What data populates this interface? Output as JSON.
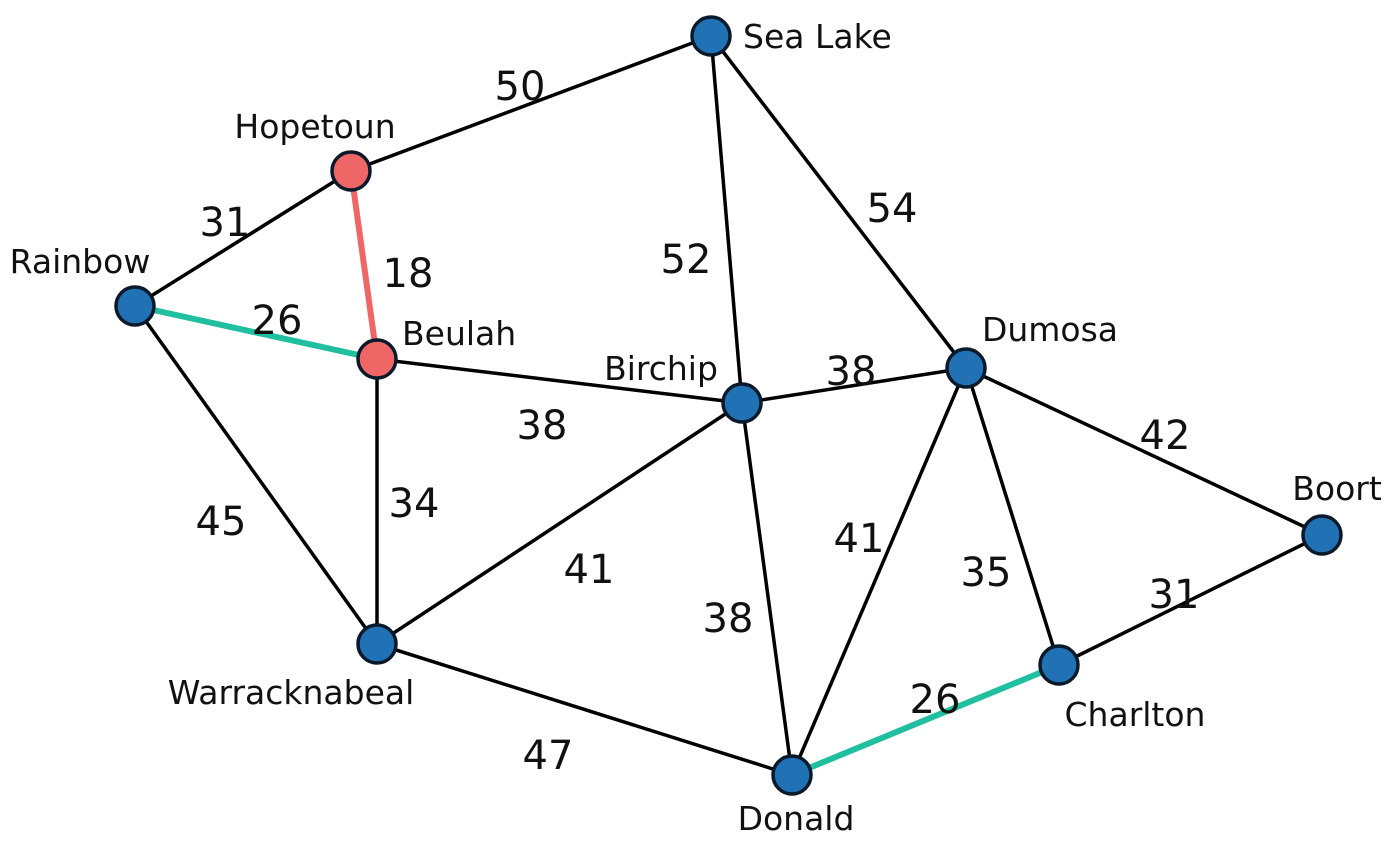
{
  "colors": {
    "default_edge": "#000000",
    "default_node": "#2171b5",
    "node_outline": "#0b1a2a",
    "red": "#ef6666",
    "teal": "#1fbf9f",
    "text": "#111111"
  },
  "nodes": [
    {
      "id": "sea-lake",
      "name": "Sea Lake",
      "color": "default"
    },
    {
      "id": "hopetoun",
      "name": "Hopetoun",
      "color": "red"
    },
    {
      "id": "rainbow",
      "name": "Rainbow",
      "color": "default"
    },
    {
      "id": "beulah",
      "name": "Beulah",
      "color": "red"
    },
    {
      "id": "birchip",
      "name": "Birchip",
      "color": "default"
    },
    {
      "id": "dumosa",
      "name": "Dumosa",
      "color": "default"
    },
    {
      "id": "boort",
      "name": "Boort",
      "color": "default"
    },
    {
      "id": "warracknabeal",
      "name": "Warracknabeal",
      "color": "default"
    },
    {
      "id": "charlton",
      "name": "Charlton",
      "color": "default"
    },
    {
      "id": "donald",
      "name": "Donald",
      "color": "default"
    }
  ],
  "edges": [
    {
      "from": "hopetoun",
      "to": "sea-lake",
      "weight": "50",
      "color": "default"
    },
    {
      "from": "rainbow",
      "to": "hopetoun",
      "weight": "31",
      "color": "default"
    },
    {
      "from": "hopetoun",
      "to": "beulah",
      "weight": "18",
      "color": "red"
    },
    {
      "from": "rainbow",
      "to": "beulah",
      "weight": "26",
      "color": "teal"
    },
    {
      "from": "sea-lake",
      "to": "birchip",
      "weight": "52",
      "color": "default"
    },
    {
      "from": "sea-lake",
      "to": "dumosa",
      "weight": "54",
      "color": "default"
    },
    {
      "from": "beulah",
      "to": "birchip",
      "weight": "38",
      "color": "default"
    },
    {
      "from": "birchip",
      "to": "dumosa",
      "weight": "38",
      "color": "default"
    },
    {
      "from": "dumosa",
      "to": "boort",
      "weight": "42",
      "color": "default"
    },
    {
      "from": "rainbow",
      "to": "warracknabeal",
      "weight": "45",
      "color": "default"
    },
    {
      "from": "beulah",
      "to": "warracknabeal",
      "weight": "34",
      "color": "default"
    },
    {
      "from": "warracknabeal",
      "to": "birchip",
      "weight": "41",
      "color": "default"
    },
    {
      "from": "birchip",
      "to": "donald",
      "weight": "38",
      "color": "default"
    },
    {
      "from": "donald",
      "to": "dumosa",
      "weight": "41",
      "color": "default"
    },
    {
      "from": "dumosa",
      "to": "charlton",
      "weight": "35",
      "color": "default"
    },
    {
      "from": "charlton",
      "to": "boort",
      "weight": "31",
      "color": "default"
    },
    {
      "from": "warracknabeal",
      "to": "donald",
      "weight": "47",
      "color": "default"
    },
    {
      "from": "donald",
      "to": "charlton",
      "weight": "26",
      "color": "teal"
    }
  ]
}
